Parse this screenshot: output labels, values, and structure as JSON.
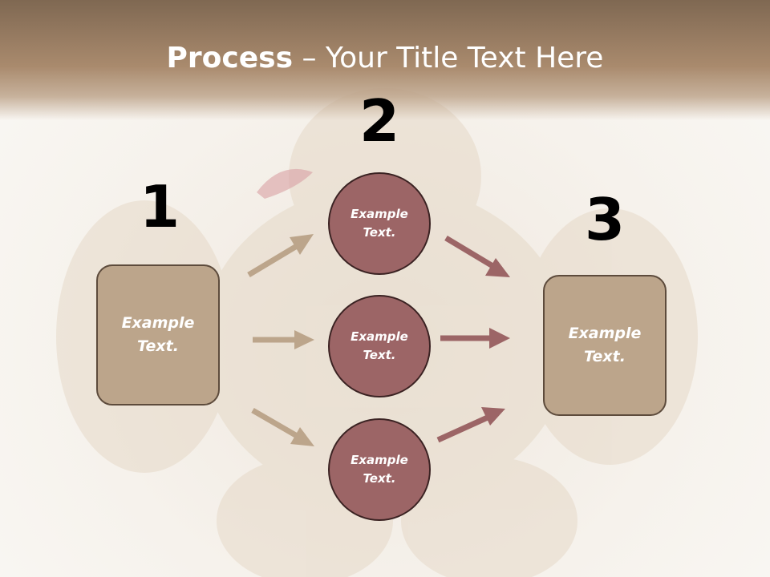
{
  "title": {
    "bold": "Process",
    "separator": " – ",
    "rest": "Your Title Text Here"
  },
  "numbers": {
    "one": "1",
    "two": "2",
    "three": "3"
  },
  "boxes": {
    "left": "Example Text.",
    "right": "Example Text."
  },
  "circles": {
    "top": "Example Text.",
    "middle": "Example Text.",
    "bottom": "Example Text."
  },
  "colors": {
    "header": "#a98a6d",
    "box": "#bca58b",
    "circle": "#9c6566",
    "arrow_tan": "#bca58b",
    "arrow_red": "#9c6566"
  }
}
